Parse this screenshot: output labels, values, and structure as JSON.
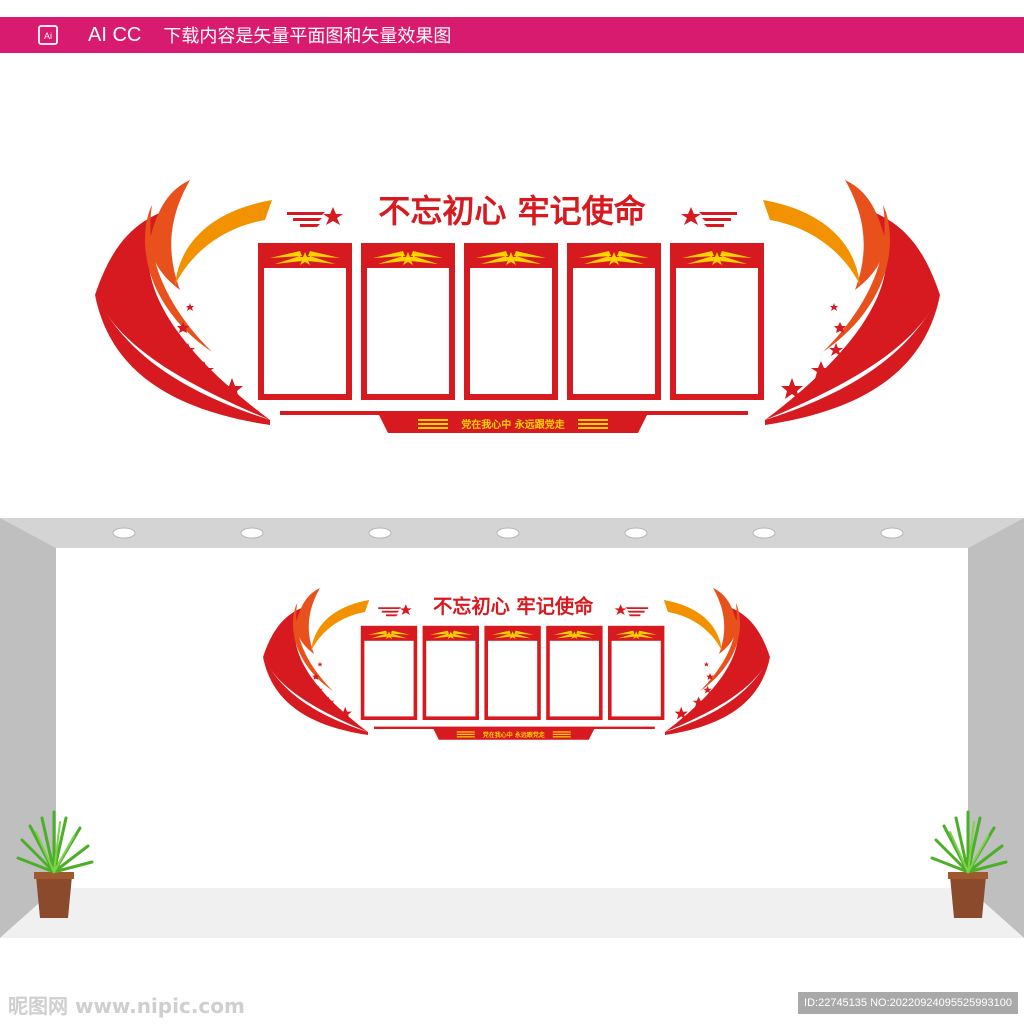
{
  "header": {
    "format_label": "AI CC",
    "description": "下载内容是矢量平面图和矢量效果图"
  },
  "design": {
    "main_title": "不忘初心 牢记使命",
    "base_slogan": "党在我心中 永远跟党走",
    "panel_count": 5
  },
  "watermark": {
    "logo_text": "昵图网 www.nipic.com",
    "id_text": "ID:22745135 NO:20220924095525993100"
  },
  "colors": {
    "brand_bar": "#d81b6f",
    "party_red": "#d71920",
    "orange": "#f39200",
    "deep_orange": "#e8501c",
    "yellow": "#ffd200"
  }
}
